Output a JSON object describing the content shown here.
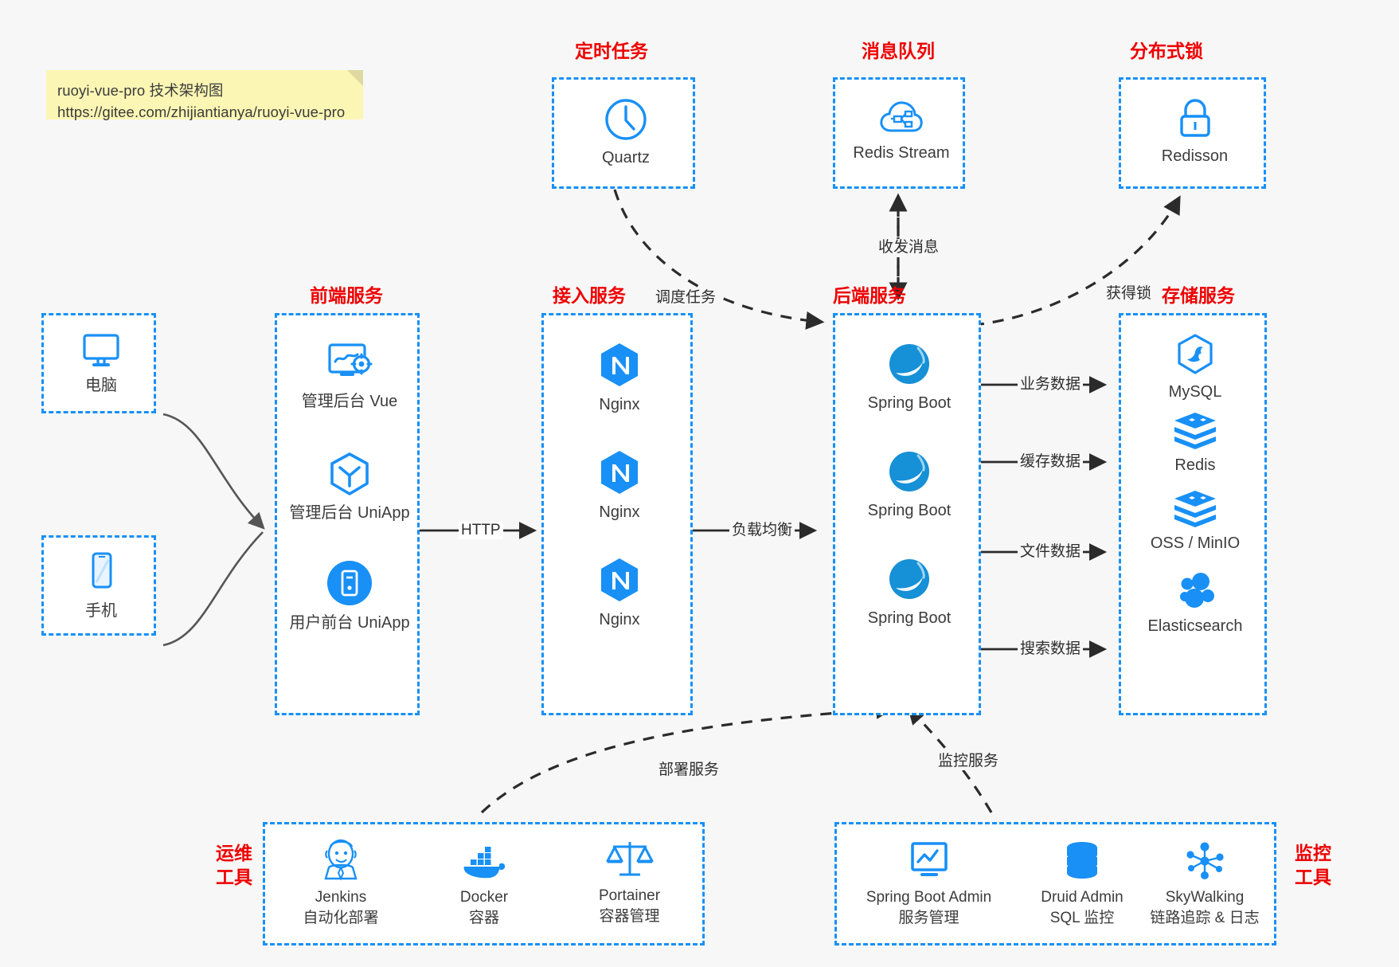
{
  "note": {
    "line1": "ruoyi-vue-pro 技术架构图",
    "line2": "https://gitee.com/zhijiantianya/ruoyi-vue-pro"
  },
  "colors": {
    "accent": "#1890f6",
    "group_title": "#ee0000",
    "label_text": "#3c3c3c",
    "background": "#f7f7f7",
    "arrow": "#2b2b2b",
    "note_bg": "#fbf6b4"
  },
  "groups": {
    "scheduler": {
      "title": "定时任务",
      "nodes": [
        {
          "label": "Quartz",
          "icon": "clock-icon"
        }
      ]
    },
    "message_queue": {
      "title": "消息队列",
      "nodes": [
        {
          "label": "Redis Stream",
          "icon": "cloud-queue-icon"
        }
      ]
    },
    "distributed_lock": {
      "title": "分布式锁",
      "nodes": [
        {
          "label": "Redisson",
          "icon": "lock-icon"
        }
      ]
    },
    "clients": {
      "nodes": [
        {
          "label": "电脑",
          "icon": "desktop-icon"
        },
        {
          "label": "手机",
          "icon": "mobile-icon"
        }
      ]
    },
    "frontend": {
      "title": "前端服务",
      "nodes": [
        {
          "label": "管理后台 Vue",
          "icon": "dashboard-gear-icon"
        },
        {
          "label": "管理后台 UniApp",
          "icon": "cube-icon"
        },
        {
          "label": "用户前台 UniApp",
          "icon": "app-card-icon"
        }
      ]
    },
    "gateway": {
      "title": "接入服务",
      "nodes": [
        {
          "label": "Nginx",
          "icon": "nginx-icon"
        },
        {
          "label": "Nginx",
          "icon": "nginx-icon"
        },
        {
          "label": "Nginx",
          "icon": "nginx-icon"
        }
      ]
    },
    "backend": {
      "title": "后端服务",
      "nodes": [
        {
          "label": "Spring Boot",
          "icon": "spring-boot-icon"
        },
        {
          "label": "Spring Boot",
          "icon": "spring-boot-icon"
        },
        {
          "label": "Spring Boot",
          "icon": "spring-boot-icon"
        }
      ]
    },
    "storage": {
      "title": "存储服务",
      "nodes": [
        {
          "label": "MySQL",
          "icon": "mysql-icon"
        },
        {
          "label": "Redis",
          "icon": "redis-icon"
        },
        {
          "label": "OSS / MinIO",
          "icon": "oss-icon"
        },
        {
          "label": "Elasticsearch",
          "icon": "elasticsearch-icon"
        }
      ]
    },
    "devops": {
      "title_line1": "运维",
      "title_line2": "工具",
      "nodes": [
        {
          "label": "Jenkins",
          "sub": "自动化部署",
          "icon": "jenkins-icon"
        },
        {
          "label": "Docker",
          "sub": "容器",
          "icon": "docker-icon"
        },
        {
          "label": "Portainer",
          "sub": "容器管理",
          "icon": "scales-icon"
        }
      ]
    },
    "monitor": {
      "title_line1": "监控",
      "title_line2": "工具",
      "nodes": [
        {
          "label": "Spring Boot Admin",
          "sub": "服务管理",
          "icon": "monitor-chart-icon"
        },
        {
          "label": "Druid Admin",
          "sub": "SQL 监控",
          "icon": "database-icon"
        },
        {
          "label": "SkyWalking",
          "sub": "链路追踪 & 日志",
          "icon": "skywalking-icon"
        }
      ]
    }
  },
  "edges": [
    {
      "id": "http",
      "label": "HTTP"
    },
    {
      "id": "load-balance",
      "label": "负载均衡"
    },
    {
      "id": "schedule-task",
      "label": "调度任务"
    },
    {
      "id": "send-receive-message",
      "label": "收发消息"
    },
    {
      "id": "acquire-lock",
      "label": "获得锁"
    },
    {
      "id": "business-data",
      "label": "业务数据"
    },
    {
      "id": "cache-data",
      "label": "缓存数据"
    },
    {
      "id": "file-data",
      "label": "文件数据"
    },
    {
      "id": "search-data",
      "label": "搜索数据"
    },
    {
      "id": "deploy-service",
      "label": "部署服务"
    },
    {
      "id": "monitor-service",
      "label": "监控服务"
    }
  ]
}
